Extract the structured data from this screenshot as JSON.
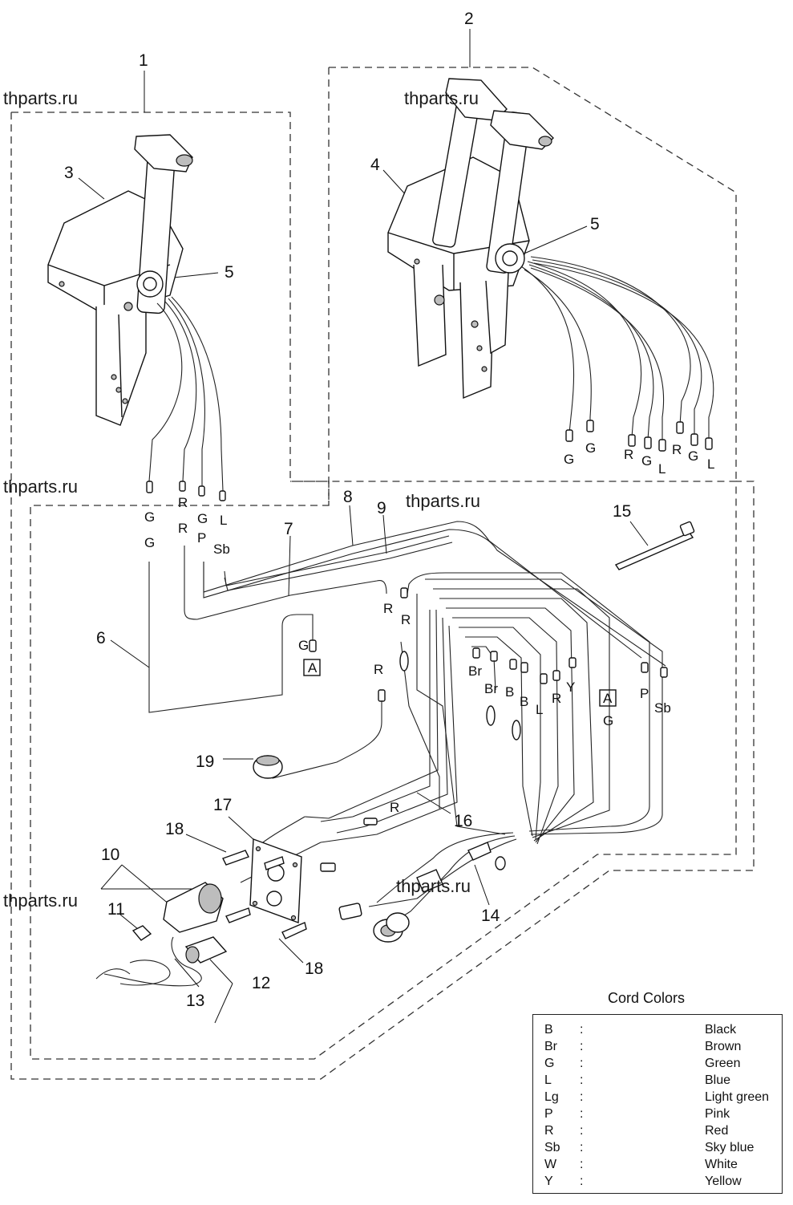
{
  "watermarks": [
    "thparts.ru",
    "thparts.ru",
    "thparts.ru",
    "thparts.ru",
    "thparts.ru"
  ],
  "callouts": [
    "1",
    "2",
    "3",
    "4",
    "5",
    "5",
    "6",
    "7",
    "8",
    "9",
    "10",
    "11",
    "12",
    "13",
    "14",
    "15",
    "16",
    "17",
    "18",
    "18",
    "19"
  ],
  "wire_labels": {
    "left_upper": [
      "G",
      "R",
      "G",
      "L"
    ],
    "left_lower": [
      "G",
      "R",
      "P",
      "Sb"
    ],
    "right_top": [
      "G",
      "G",
      "R",
      "G",
      "L",
      "R",
      "G",
      "L"
    ],
    "g_a": "G",
    "box_a_left": "A",
    "r_upper": "R",
    "r_mid": "R",
    "r_lower": "R",
    "br_1": "Br",
    "br_2": "Br",
    "b_1": "B",
    "b_2": "B",
    "l_mid": "L",
    "r_right": "R",
    "y_mid": "Y",
    "box_a_right": "A",
    "g_right": "G",
    "p_right": "P",
    "sb_right": "Sb",
    "r_bottom": "R"
  },
  "legend": {
    "title": "Cord Colors",
    "colon": ":",
    "rows": [
      {
        "code": "B",
        "name": "Black"
      },
      {
        "code": "Br",
        "name": "Brown"
      },
      {
        "code": "G",
        "name": "Green"
      },
      {
        "code": "L",
        "name": "Blue"
      },
      {
        "code": "Lg",
        "name": "Light green"
      },
      {
        "code": "P",
        "name": "Pink"
      },
      {
        "code": "R",
        "name": "Red"
      },
      {
        "code": "Sb",
        "name": "Sky blue"
      },
      {
        "code": "W",
        "name": "White"
      },
      {
        "code": "Y",
        "name": "Yellow"
      }
    ]
  }
}
